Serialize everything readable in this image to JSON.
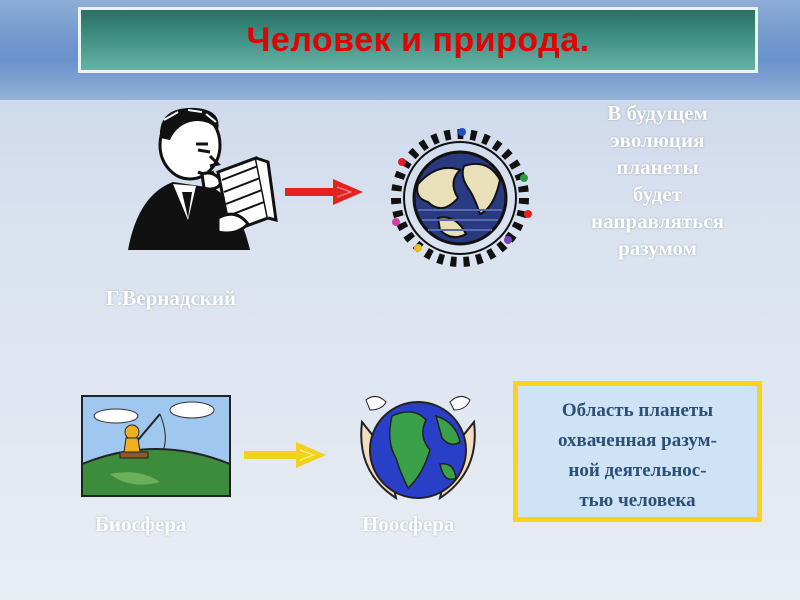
{
  "slide": {
    "title": "Человек и природа.",
    "future_text_lines": [
      "В будущем",
      "эволюция",
      "планеты",
      "будет",
      "направляться",
      "разумом"
    ],
    "vernadsky_label": "Г.Вернадский",
    "biosphere_label": "Биосфера",
    "noosphere_label": "Ноосфера",
    "definition_lines": [
      "Область планеты",
      "охваченная разум-",
      "ной деятельнос-",
      "тью человека"
    ]
  },
  "colors": {
    "title_text": "#e00000",
    "title_box": "#3c8c80",
    "caption_text": "#ffffff",
    "definition_border": "#ffd21a",
    "definition_fill": "#cfe3f7",
    "definition_text": "#2c4f75",
    "arrow_top": "#e52020",
    "arrow_bottom": "#f2d21a"
  },
  "icons": [
    "scientist-reading-icon",
    "globe-with-people-ring-icon",
    "biosphere-landscape-icon",
    "hands-holding-globe-icon",
    "red-arrow-icon",
    "yellow-arrow-icon"
  ]
}
